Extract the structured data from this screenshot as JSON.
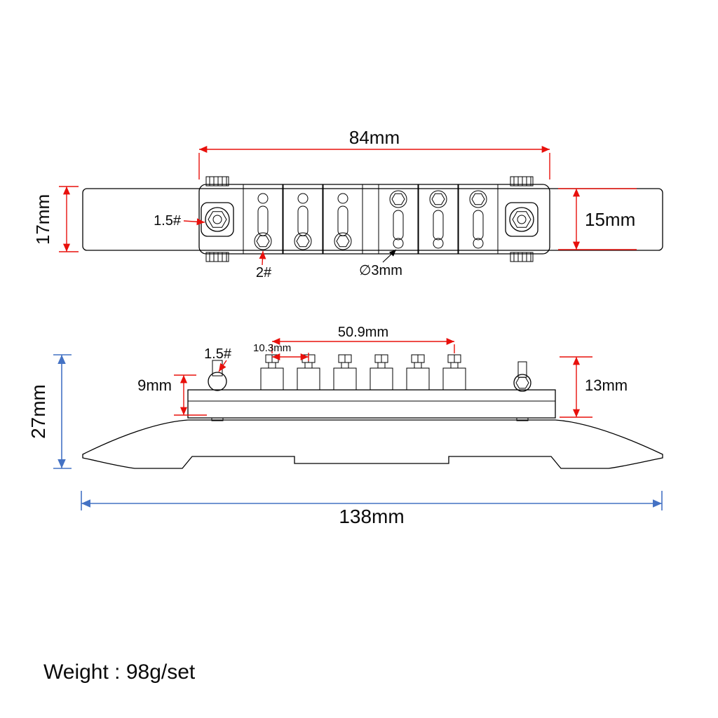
{
  "diagram": {
    "top_view": {
      "width": "84mm",
      "height_left": "17mm",
      "height_right": "15mm",
      "post_wrench": "1.5#",
      "saddle_screw": "2#",
      "hole_diameter": "∅3mm"
    },
    "side_view": {
      "saddle_span": "50.9mm",
      "saddle_pitch": "10.3mm",
      "post_wrench": "1.5#",
      "bridge_height": "9mm",
      "saddle_height": "13mm",
      "overall_height": "27mm",
      "base_length": "138mm"
    },
    "footer": {
      "weight": "Weight : 98g/set"
    },
    "colors": {
      "dimension_red": "#e8100c",
      "dimension_blue": "#4472c4",
      "outline_black": "#000000"
    }
  }
}
